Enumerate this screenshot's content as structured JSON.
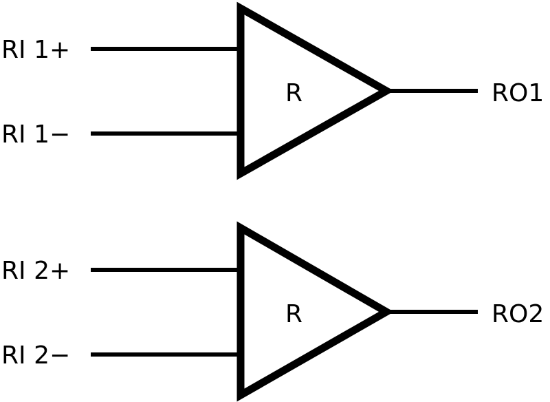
{
  "receivers": [
    {
      "id": "receiver-1",
      "block_label": "R",
      "input_positive": "RI 1+",
      "input_negative": "RI 1−",
      "output": "RO1"
    },
    {
      "id": "receiver-2",
      "block_label": "R",
      "input_positive": "RI 2+",
      "input_negative": "RI 2−",
      "output": "RO2"
    }
  ],
  "colors": {
    "stroke": "#000000",
    "background": "#ffffff"
  }
}
